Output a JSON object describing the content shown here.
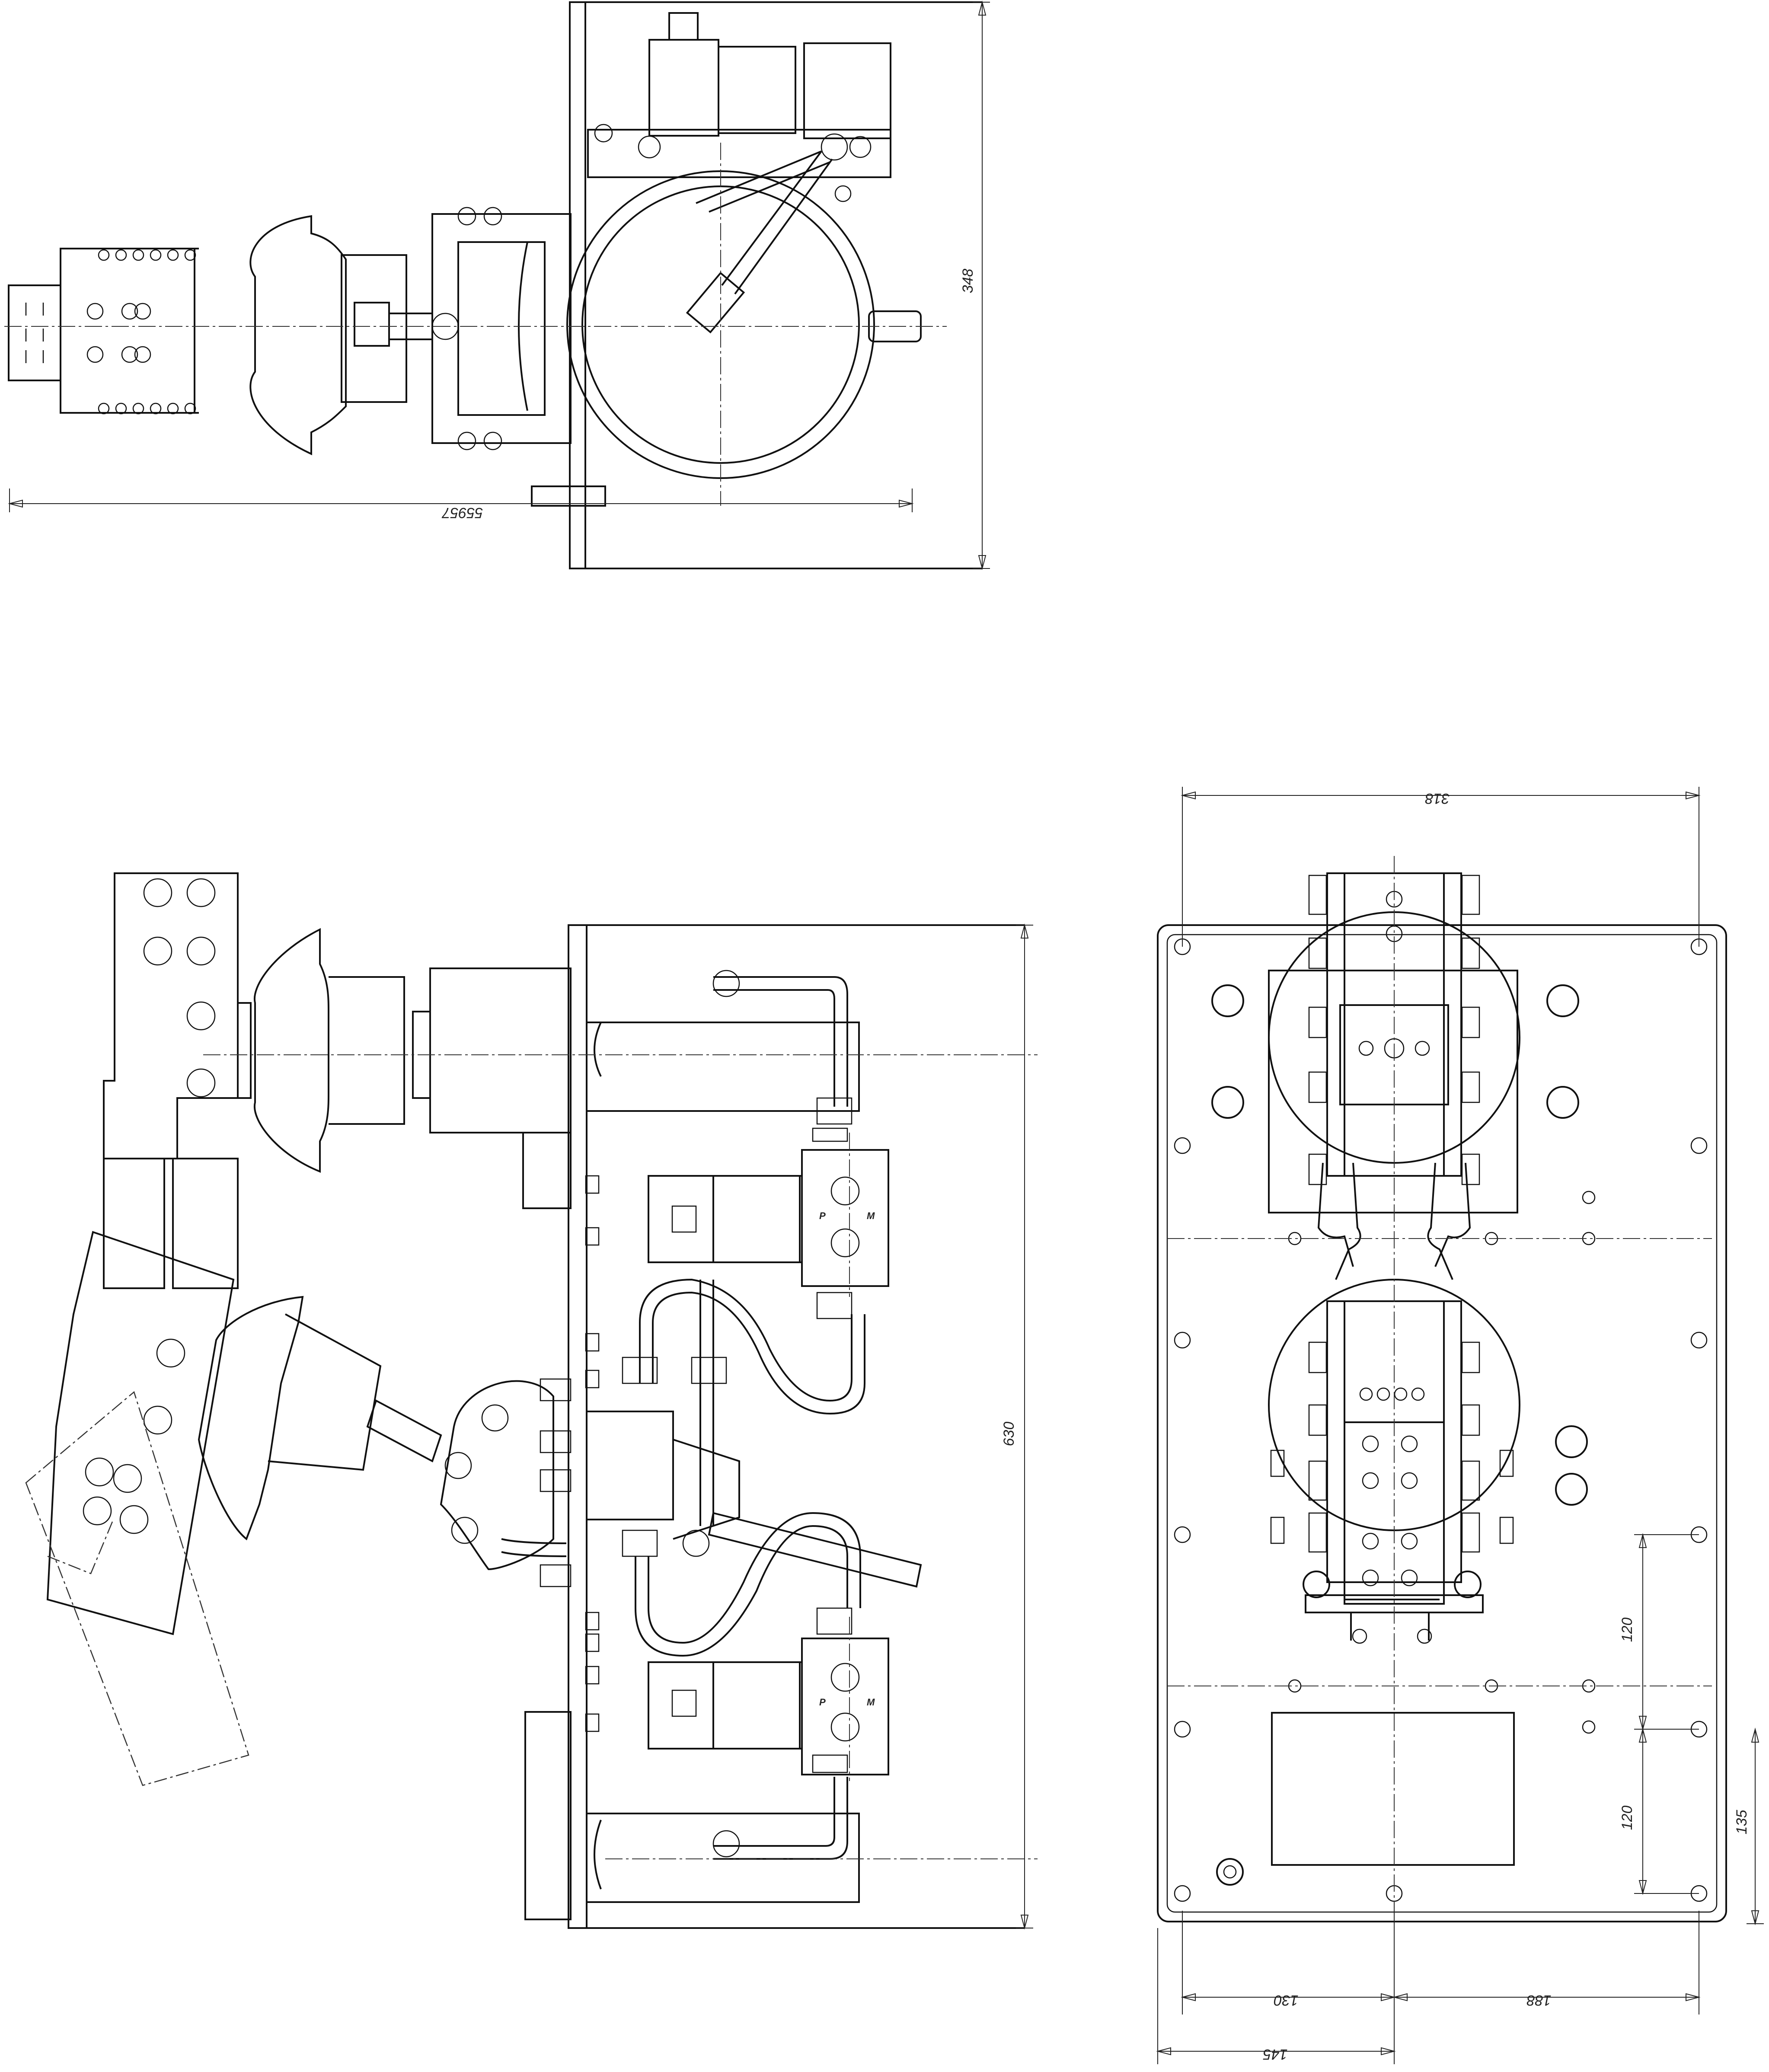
{
  "dimensions": {
    "top_view_width": "55957",
    "top_view_height": "348",
    "front_view_height": "630",
    "side_view_width": "318",
    "side_view_offset_a": "120",
    "side_view_offset_b": "120",
    "side_view_offset_c": "135",
    "side_view_bottom_left": "130",
    "side_view_bottom_right": "188",
    "side_view_bottom_total": "145"
  },
  "valve_labels": {
    "upper_p": "P",
    "upper_m": "M",
    "lower_p": "P",
    "lower_m": "M"
  }
}
